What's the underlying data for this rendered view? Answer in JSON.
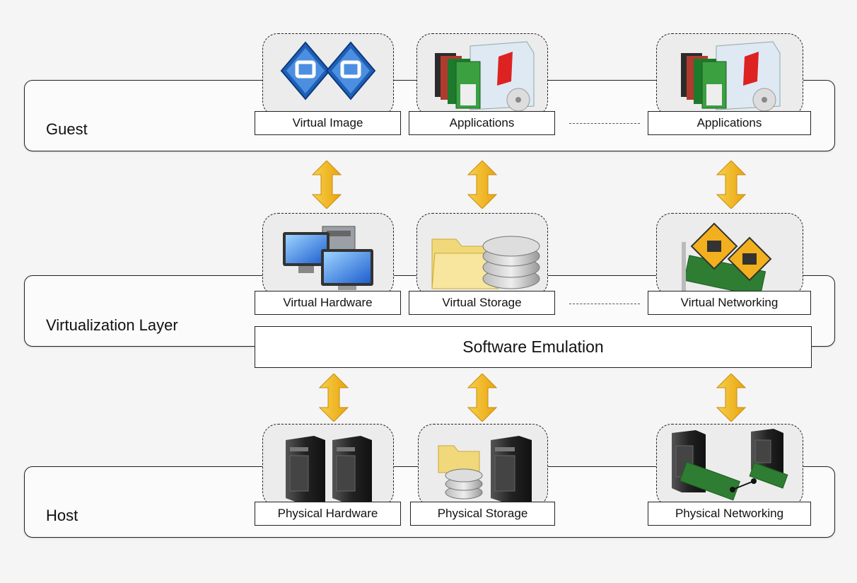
{
  "layers": {
    "guest": "Guest",
    "virtualization": "Virtualization Layer",
    "host": "Host"
  },
  "guest_items": {
    "virtual_image": "Virtual Image",
    "applications_1": "Applications",
    "applications_2": "Applications"
  },
  "virtual_items": {
    "hardware": "Virtual Hardware",
    "storage": "Virtual Storage",
    "networking": "Virtual Networking"
  },
  "software_emulation": "Software Emulation",
  "host_items": {
    "hardware": "Physical Hardware",
    "storage": "Physical Storage",
    "networking": "Physical Networking"
  },
  "colors": {
    "arrow": "#f2b51e",
    "card": "#ececec",
    "border": "#222222"
  },
  "icons": {
    "virtual_image": "qemu-logo-icon",
    "applications": "software-boxes-icon",
    "virtual_hardware": "computers-icon",
    "virtual_storage": "folder-disks-icon",
    "virtual_networking": "network-card-power-icon",
    "physical_hardware": "server-towers-icon",
    "physical_storage": "storage-server-icon",
    "physical_networking": "networked-servers-icon"
  }
}
